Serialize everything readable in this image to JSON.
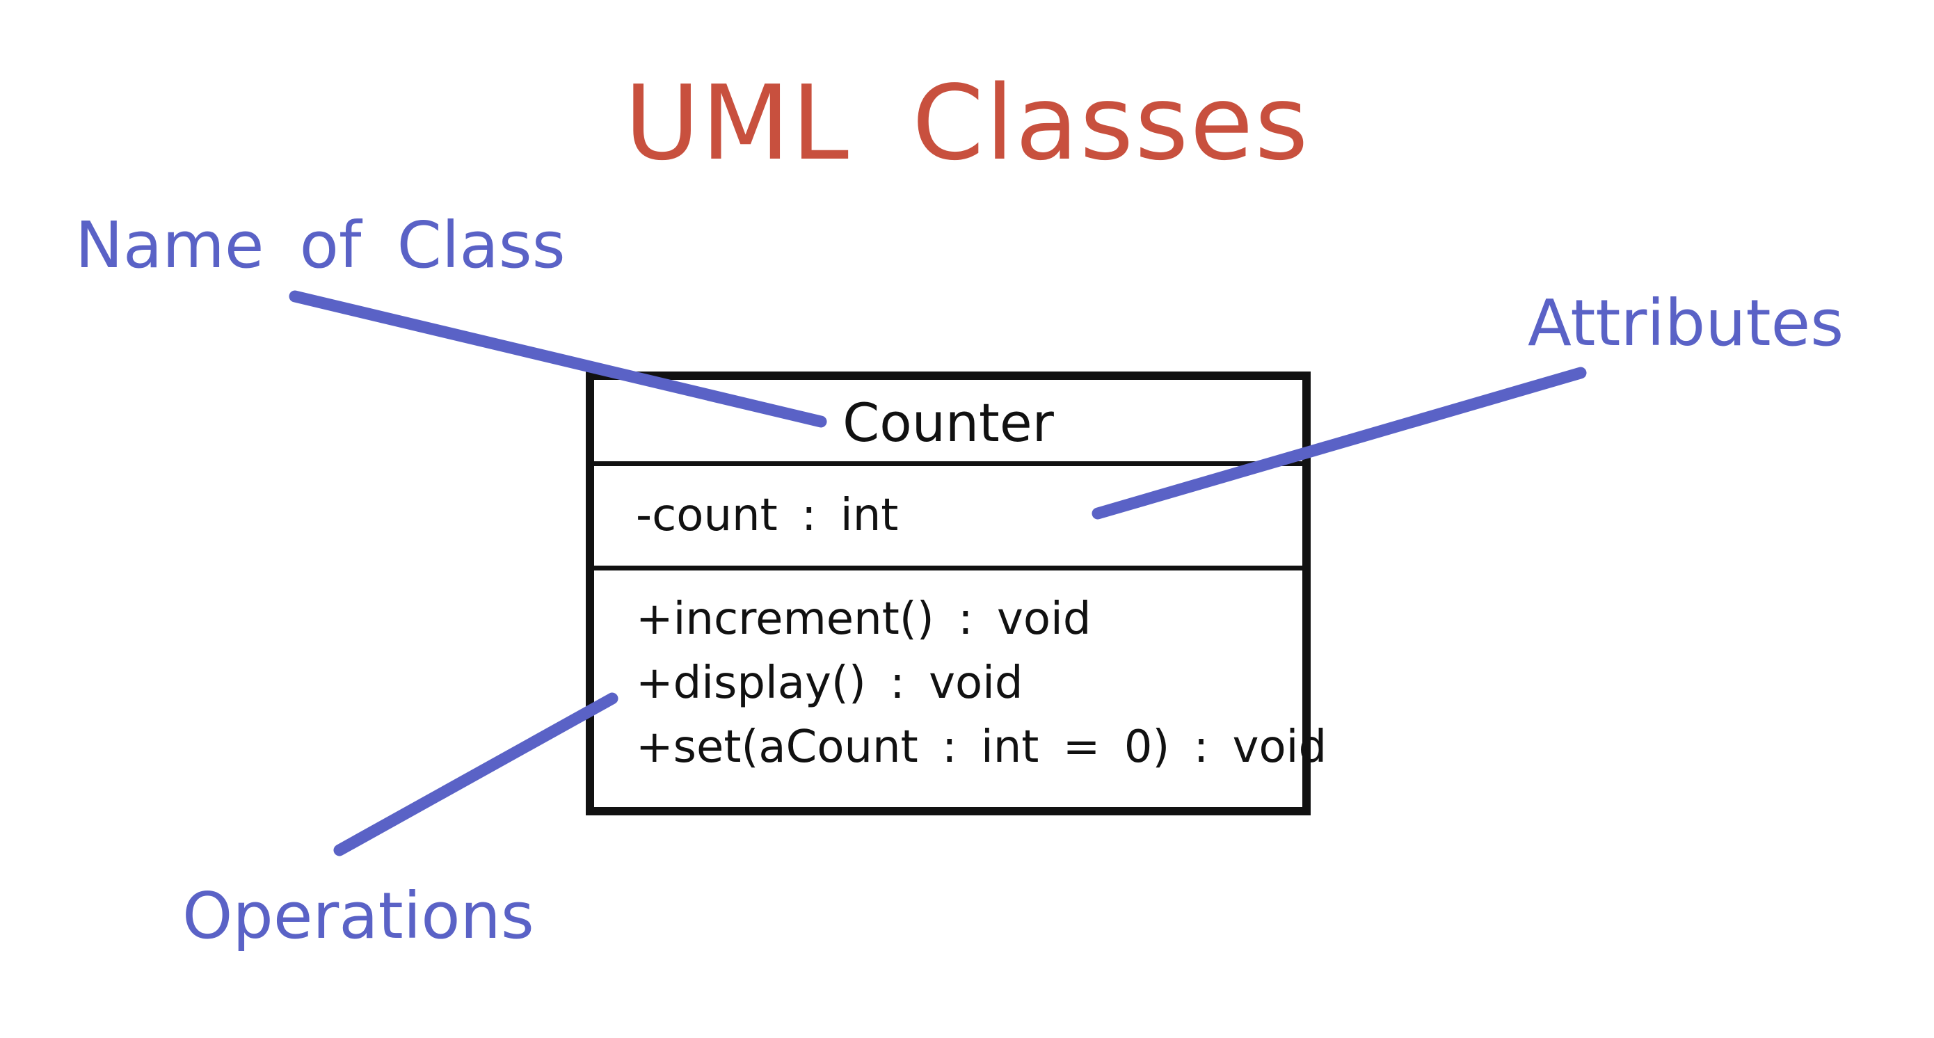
{
  "title": "UML Classes",
  "labels": {
    "name_of_class": "Name of Class",
    "attributes": "Attributes",
    "operations": "Operations"
  },
  "uml_class": {
    "name": "Counter",
    "attributes": [
      "-count : int"
    ],
    "operations": [
      "+increment() : void",
      "+display() : void",
      "+set(aCount : int = 0) : void"
    ]
  },
  "colors": {
    "title": "#c8503e",
    "annotation": "#5a62c6",
    "box": "#111111"
  }
}
